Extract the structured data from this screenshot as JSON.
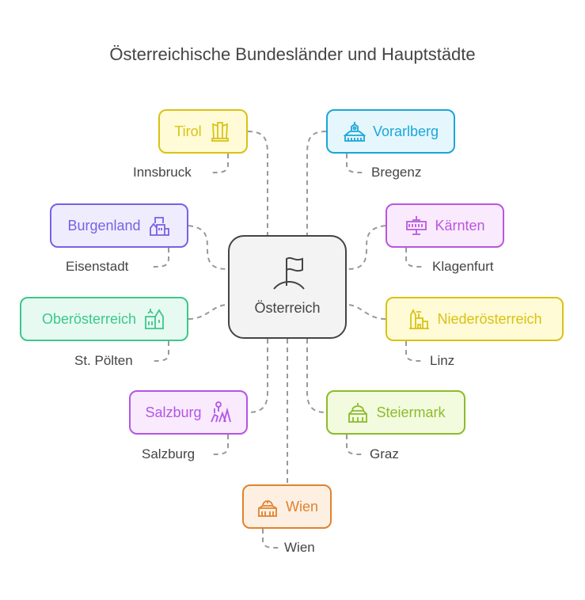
{
  "title": "Österreichische Bundesländer und Hauptstädte",
  "center": {
    "label": "Österreich",
    "icon": "flag-icon"
  },
  "states": [
    {
      "id": "tirol",
      "name": "Tirol",
      "capital": "Innsbruck",
      "color": "#d9c215",
      "fill": "#fefbd6",
      "icon": "monument-icon"
    },
    {
      "id": "vorarlberg",
      "name": "Vorarlberg",
      "capital": "Bregenz",
      "color": "#1aa6d9",
      "fill": "#e5f7fd",
      "icon": "town-hall-icon"
    },
    {
      "id": "burgenland",
      "name": "Burgenland",
      "capital": "Eisenstadt",
      "color": "#7a5fe6",
      "fill": "#efedfd",
      "icon": "houses-icon"
    },
    {
      "id": "kaernten",
      "name": "Kärnten",
      "capital": "Klagenfurt",
      "color": "#bb55e0",
      "fill": "#f9ebfd",
      "icon": "palace-icon"
    },
    {
      "id": "oberoesterreich",
      "name": "Oberösterreich",
      "capital": "St. Pölten",
      "color": "#3cc889",
      "fill": "#e6faf2",
      "icon": "church-icon"
    },
    {
      "id": "niederoesterreich",
      "name": "Niederösterreich",
      "capital": "Linz",
      "color": "#d9c215",
      "fill": "#fefbd6",
      "icon": "cathedral-icon"
    },
    {
      "id": "salzburg",
      "name": "Salzburg",
      "capital": "Salzburg",
      "color": "#b455e6",
      "fill": "#f9ebfd",
      "icon": "hiking-icon"
    },
    {
      "id": "steiermark",
      "name": "Steiermark",
      "capital": "Graz",
      "color": "#8cbb2c",
      "fill": "#f3fbdf",
      "icon": "dome-building-icon"
    },
    {
      "id": "wien",
      "name": "Wien",
      "capital": "Wien",
      "color": "#e0822e",
      "fill": "#fdf0e3",
      "icon": "parliament-icon"
    }
  ]
}
